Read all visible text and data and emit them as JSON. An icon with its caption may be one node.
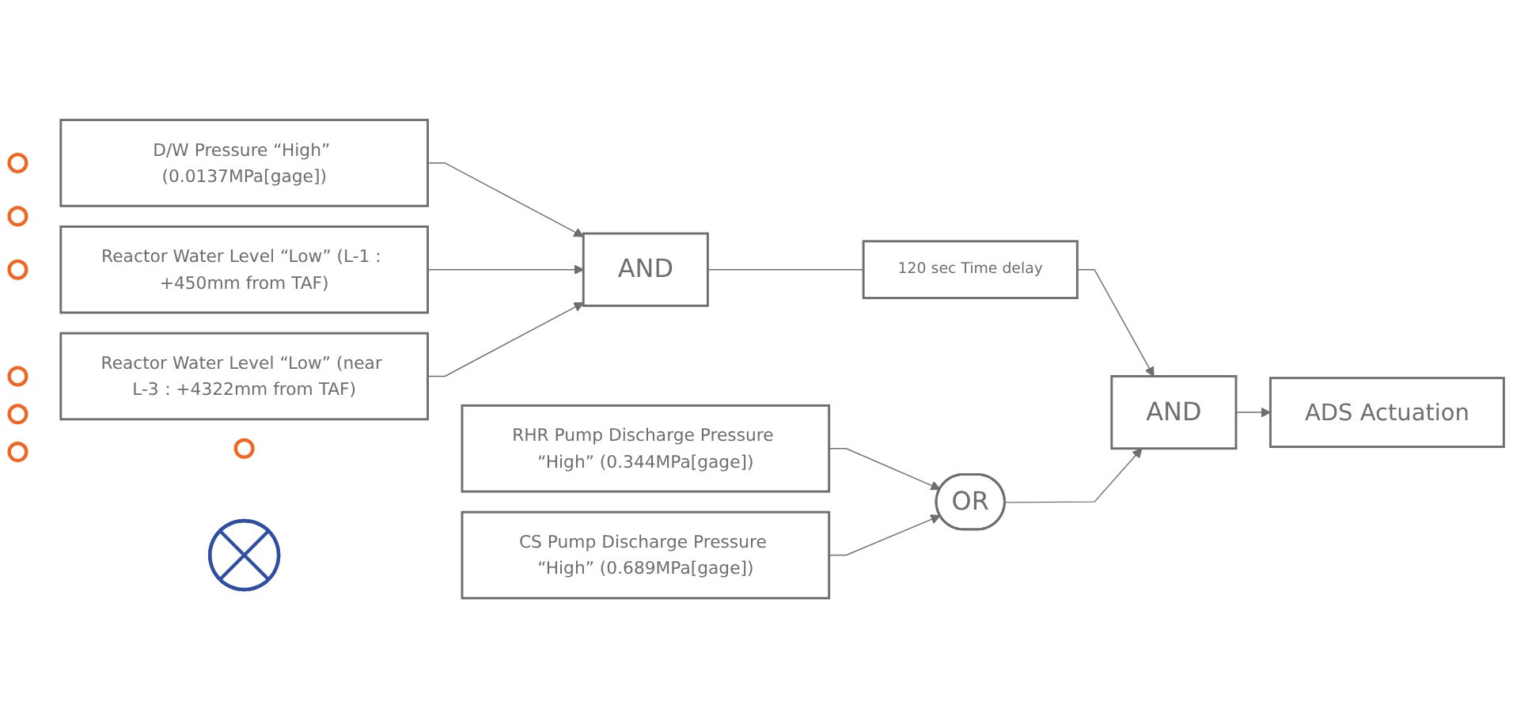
{
  "diagram": {
    "nodes": [
      {
        "text": [],
        "shape": "circle"
      },
      {
        "text": [
          "D/W Pressure “High” (0.0137MPa[gage])"
        ]
      },
      {
        "text": [],
        "shape": "circle"
      },
      {
        "text": [],
        "shape": "circle"
      },
      {
        "text": [
          "Reactor Water Level “Low” (L-1：+450mm from TAF)"
        ]
      },
      {
        "text": [
          "AND"
        ]
      },
      {
        "text": [
          "120 sec Time delay"
        ]
      },
      {
        "text": [],
        "shape": "circle"
      },
      {
        "text": [
          "Reactor Water Level “Low” (near L-3：+4322mm from TAF)"
        ]
      },
      {
        "text": [],
        "shape": "circle"
      },
      {
        "text": [
          "AND"
        ]
      },
      {
        "text": [
          "ADS Actuation"
        ]
      },
      {
        "text": [],
        "shape": "circle"
      },
      {
        "text": [
          "RHR Pump Discharge Pressure “High” (0.344MPa[gage])"
        ]
      },
      {
        "text": [],
        "shape": "circle"
      },
      {
        "text": [
          "OR"
        ]
      },
      {
        "text": [],
        "shape": "cross"
      },
      {
        "text": [
          "CS Pump Discharge Pressure “High” (0.689MPa[gage])"
        ]
      }
    ],
    "edges": [
      {
        "from": 1,
        "to": 5,
        "arrow": "to"
      },
      {
        "from": 4,
        "to": 5,
        "arrow": "to"
      },
      {
        "from": 8,
        "to": 5,
        "arrow": "to"
      },
      {
        "from": 5,
        "to": 6,
        "arrow": "none"
      },
      {
        "from": 6,
        "to": 10,
        "arrow": "to"
      },
      {
        "from": 13,
        "to": 15,
        "arrow": "to"
      },
      {
        "from": 17,
        "to": 15,
        "arrow": "to"
      },
      {
        "from": 15,
        "to": 10,
        "arrow": "to"
      },
      {
        "from": 10,
        "to": 11,
        "arrow": "to"
      }
    ]
  }
}
